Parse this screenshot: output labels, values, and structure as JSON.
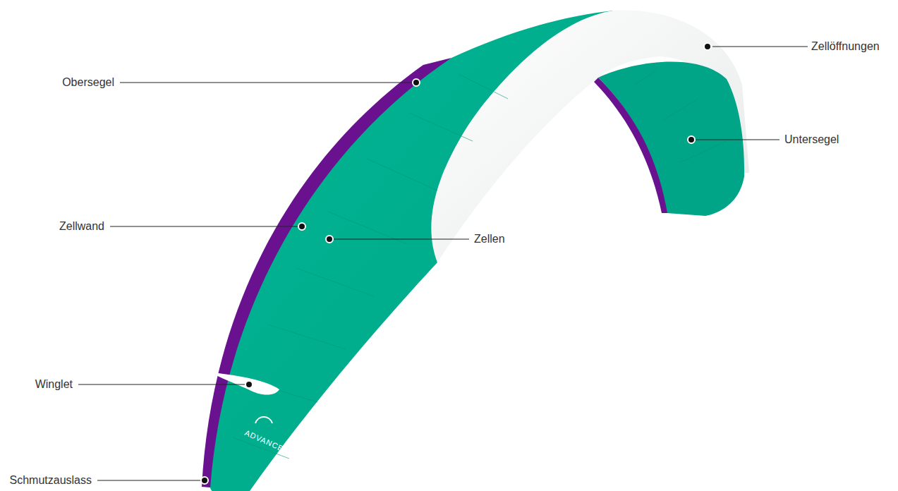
{
  "diagram": {
    "labels": [
      "Obersegel",
      "Zellöffnungen",
      "Untersegel",
      "Zellwand",
      "Zellen",
      "Winglet",
      "Schmutzauslass",
      "ADVANCE"
    ]
  }
}
